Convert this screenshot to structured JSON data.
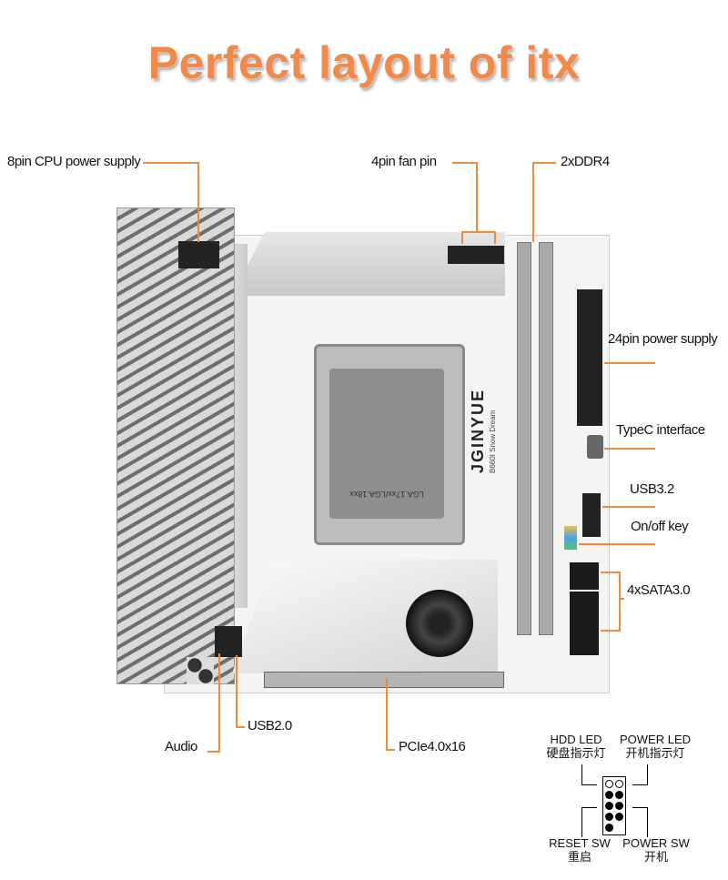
{
  "title": "Perfect layout of itx",
  "callouts": {
    "cpu_power": "8pin CPU power supply",
    "fan_pin": "4pin fan pin",
    "ddr4": "2xDDR4",
    "atx_power": "24pin power supply",
    "typec": "TypeC interface",
    "usb32": "USB3.2",
    "onoff": "On/off key",
    "sata": "4xSATA3.0",
    "audio": "Audio",
    "usb20": "USB2.0",
    "pcie": "PCIe4.0x16"
  },
  "board": {
    "brand": "JGINYUE",
    "model": "B660I Snow Dream",
    "socket": "LGA.17xx/LGA.18xx"
  },
  "pin_diagram": {
    "hdd_led": "HDD LED",
    "hdd_led_cn": "硬盘指示灯",
    "power_led": "POWER LED",
    "power_led_cn": "开机指示灯",
    "reset_sw": "RESET SW",
    "reset_sw_cn": "重启",
    "power_sw": "POWER SW",
    "power_sw_cn": "开机"
  },
  "colors": {
    "accent": "#f08a3c",
    "title": "#f0894a"
  }
}
